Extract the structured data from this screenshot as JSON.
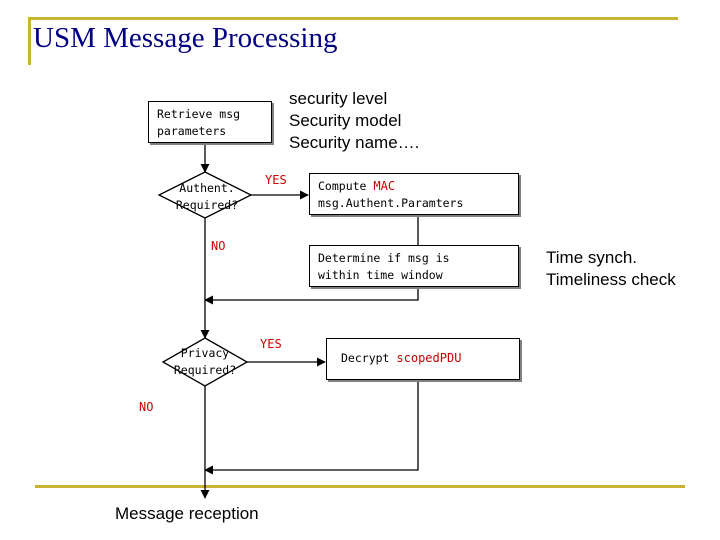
{
  "title": "USM Message Processing",
  "retrieve": {
    "line1": "Retrieve msg",
    "line2": "parameters"
  },
  "security_note": {
    "line1": "security level",
    "line2": "Security model",
    "line3": "Security name…."
  },
  "authent_decision": {
    "line1": "Authent.",
    "line2": "Required?"
  },
  "compute_box": {
    "prefix": "Compute ",
    "highlight": "MAC",
    "line2": "msg.Authent.Paramters"
  },
  "determine_box": {
    "line1": "Determine if msg is",
    "line2": "within time window"
  },
  "time_note": {
    "line1": "Time synch.",
    "line2": "Timeliness check"
  },
  "privacy_decision": {
    "line1": "Privacy",
    "line2": "Required?"
  },
  "decrypt_box": {
    "prefix": "Decrypt ",
    "highlight": "scopedPDU"
  },
  "labels": {
    "yes1": "YES",
    "no1": "NO",
    "yes2": "YES",
    "no2": "NO"
  },
  "message_reception": "Message reception",
  "colors": {
    "title": "#000080",
    "accent_line": "#c8b432",
    "label_red": "#cc0000"
  }
}
